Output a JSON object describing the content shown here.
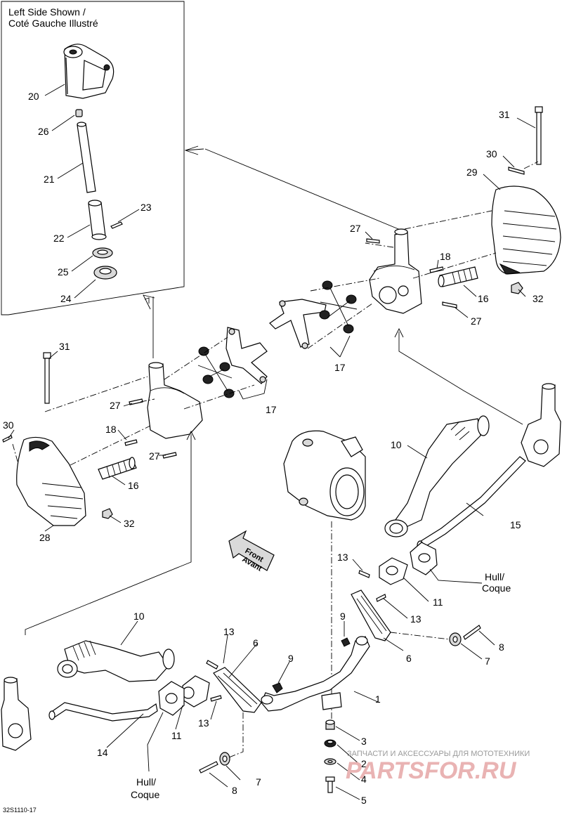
{
  "inset_title": [
    "Left Side Shown /",
    "Coté Gauche Illustré"
  ],
  "front_label": [
    "Front",
    "Avant"
  ],
  "hull_label": [
    "Hull/",
    "Coque"
  ],
  "reference": "32S1110-17",
  "watermark": {
    "tagline": "ЗАПЧАСТИ И АКСЕССУАРЫ ДЛЯ МОТОТЕХНИКИ",
    "brand": "PARTSFOR.RU"
  },
  "callouts": {
    "c20": "20",
    "c26": "26",
    "c21": "21",
    "c23": "23",
    "c22": "22",
    "c25": "25",
    "c24": "24",
    "c31r": "31",
    "c30r": "30",
    "c29": "29",
    "c27r1": "27",
    "c18r": "18",
    "c16r": "16",
    "c32r": "32",
    "c27r2": "27",
    "c17r": "17",
    "c31l": "31",
    "c27l1": "27",
    "c17l": "17",
    "c30l": "30",
    "c18l": "18",
    "c27l2": "27",
    "c16l": "16",
    "c32l": "32",
    "c28": "28",
    "c10r": "10",
    "c15": "15",
    "c13r": "13",
    "c11r": "11",
    "c13r2": "13",
    "c9r": "9",
    "c6r": "6",
    "c8r": "8",
    "c7r": "7",
    "c1": "1",
    "c10l": "10",
    "c13l": "13",
    "c6l": "6",
    "c9l": "9",
    "c13l2": "13",
    "c11l": "11",
    "c14": "14",
    "c3": "3",
    "c2": "2",
    "c4": "4",
    "c5": "5",
    "c8l": "8",
    "c7l": "7"
  }
}
